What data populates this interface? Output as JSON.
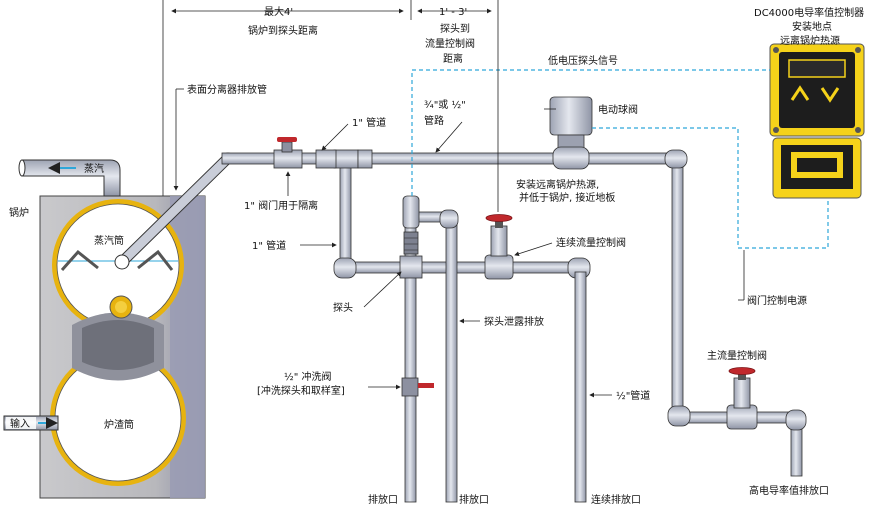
{
  "labels": {
    "boiler": "锅炉",
    "steam": "蒸汽",
    "steam_drum": "蒸汽筒",
    "mud_drum": "炉渣筒",
    "input": "输入",
    "surface_blowdown": "表面分离器排放管",
    "max_distance_line1": "最大4'",
    "max_distance_line2": "锅炉到探头距离",
    "probe_to_valve_line1": "1' - 3'",
    "probe_to_valve_line2": "探头到",
    "probe_to_valve_line3": "流量控制阀",
    "probe_to_valve_line4": "距离",
    "controller_line1": "DC4000电导率值控制器",
    "controller_line2": "安装地点",
    "controller_line3": "远离锅炉热源",
    "low_voltage_signal": "低电压探头信号",
    "pipe_1in_top": "1\" 管道",
    "pipe_3_4": "¾\"或 ½\"",
    "pipe_route": "管路",
    "motorized_ball_valve": "电动球阀",
    "isolation_valve": "1\" 阀门用于隔离",
    "install_note_line1": "安装远离锅炉热源,",
    "install_note_line2": "并低于锅炉, 接近地板",
    "pipe_1in_left": "1\" 管道",
    "continuous_flow_valve": "连续流量控制阀",
    "probe": "探头",
    "probe_drain": "探头泄露排放",
    "valve_power": "阀门控制电源",
    "main_flow_valve": "主流量控制阀",
    "flush_valve_line1": "½\" 冲洗阀",
    "flush_valve_line2": "[冲洗探头和取样室]",
    "pipe_half": "½\"管道",
    "drain1": "排放口",
    "drain2": "排放口",
    "continuous_drain": "连续排放口",
    "high_conductivity_drain": "高电导率值排放口"
  },
  "colors": {
    "pipe": "#c4c9d6",
    "boiler_body": "#b9b9bd",
    "boiler_shade": "#9b9db2",
    "drum_ring": "#e7b30f",
    "controller_yellow": "#f5d21a",
    "signal_line": "#2ea7d9",
    "valve_handle": "#c0282c"
  },
  "icons": {
    "steam_arrow": "arrow-left-icon",
    "input_arrow": "arrow-right-icon"
  }
}
